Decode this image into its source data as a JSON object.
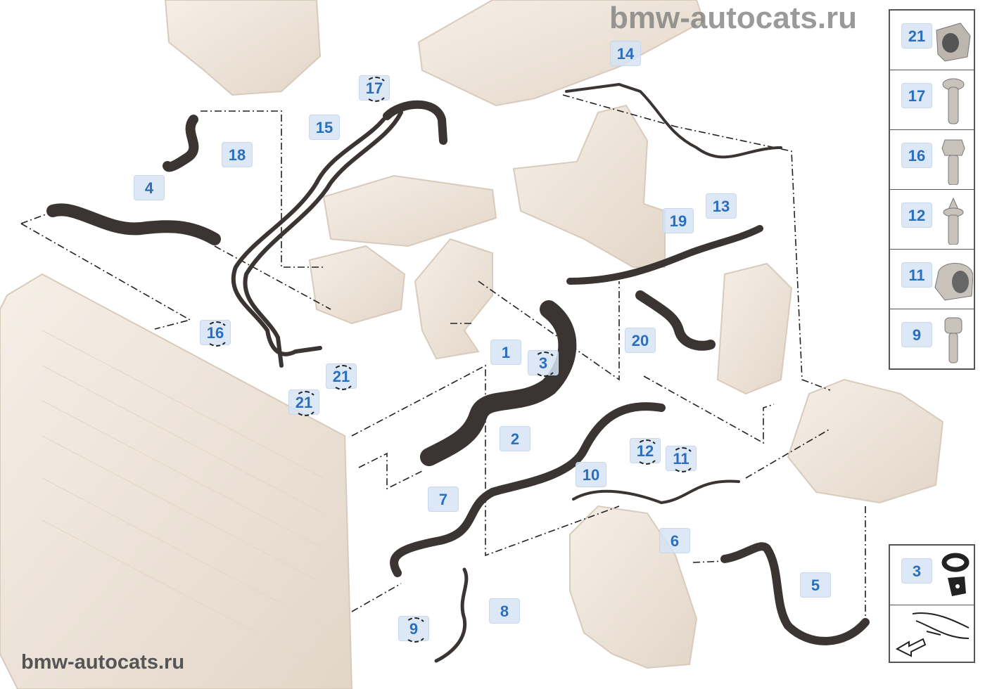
{
  "watermark": "bmw-autocats.ru",
  "callouts": {
    "c14": "14",
    "c17": "17",
    "c15": "15",
    "c18": "18",
    "c4": "4",
    "c13": "13",
    "c19": "19",
    "c16": "16",
    "c20": "20",
    "c1": "1",
    "c3": "3",
    "c21a": "21",
    "c21b": "21",
    "c2": "2",
    "c12": "12",
    "c11": "11",
    "c10": "10",
    "c7": "7",
    "c6": "6",
    "c5": "5",
    "c8": "8",
    "c9": "9"
  },
  "sidebar_top": [
    "21",
    "17",
    "16",
    "12",
    "11",
    "9"
  ],
  "sidebar_bottom": [
    "3"
  ],
  "colors": {
    "label_text": "#2a6fbd",
    "label_bg": "#d6e4f4",
    "hose": "#3a3532",
    "part": "#efe6dc"
  }
}
